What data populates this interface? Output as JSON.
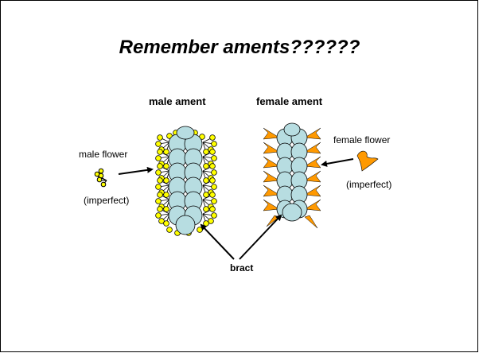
{
  "title": "Remember aments??????",
  "male": {
    "heading": "male ament",
    "flower_label": "male flower",
    "flower_note": "(imperfect)"
  },
  "female": {
    "heading": "female ament",
    "flower_label": "female flower",
    "flower_note": "(imperfect)"
  },
  "bract_label": "bract",
  "colors": {
    "bract_fill": "#b7dde1",
    "stamen_fill": "#ffff00",
    "pistil_fill": "#ff9900",
    "outline": "#000000"
  }
}
